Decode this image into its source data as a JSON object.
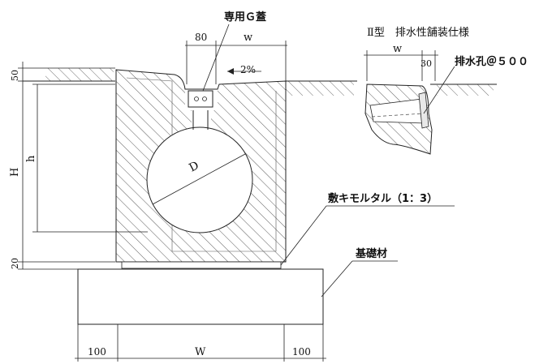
{
  "labels": {
    "grate_cover": "専用Ｇ蓋",
    "type_title": "Ⅱ型　排水性舗装仕様",
    "drain_hole": "排水孔＠５００",
    "mortar": "敷キモルタル（1：3）",
    "base_material": "基礎材"
  },
  "dimensions": {
    "top_80": "80",
    "top_w": "w",
    "slope": "2%",
    "diameter": "D",
    "left_50": "50",
    "left_H": "H",
    "left_h": "h",
    "left_20": "20",
    "bottom_100_left": "100",
    "bottom_W": "W",
    "bottom_100_right": "100",
    "detail_w": "w",
    "detail_30": "30"
  }
}
